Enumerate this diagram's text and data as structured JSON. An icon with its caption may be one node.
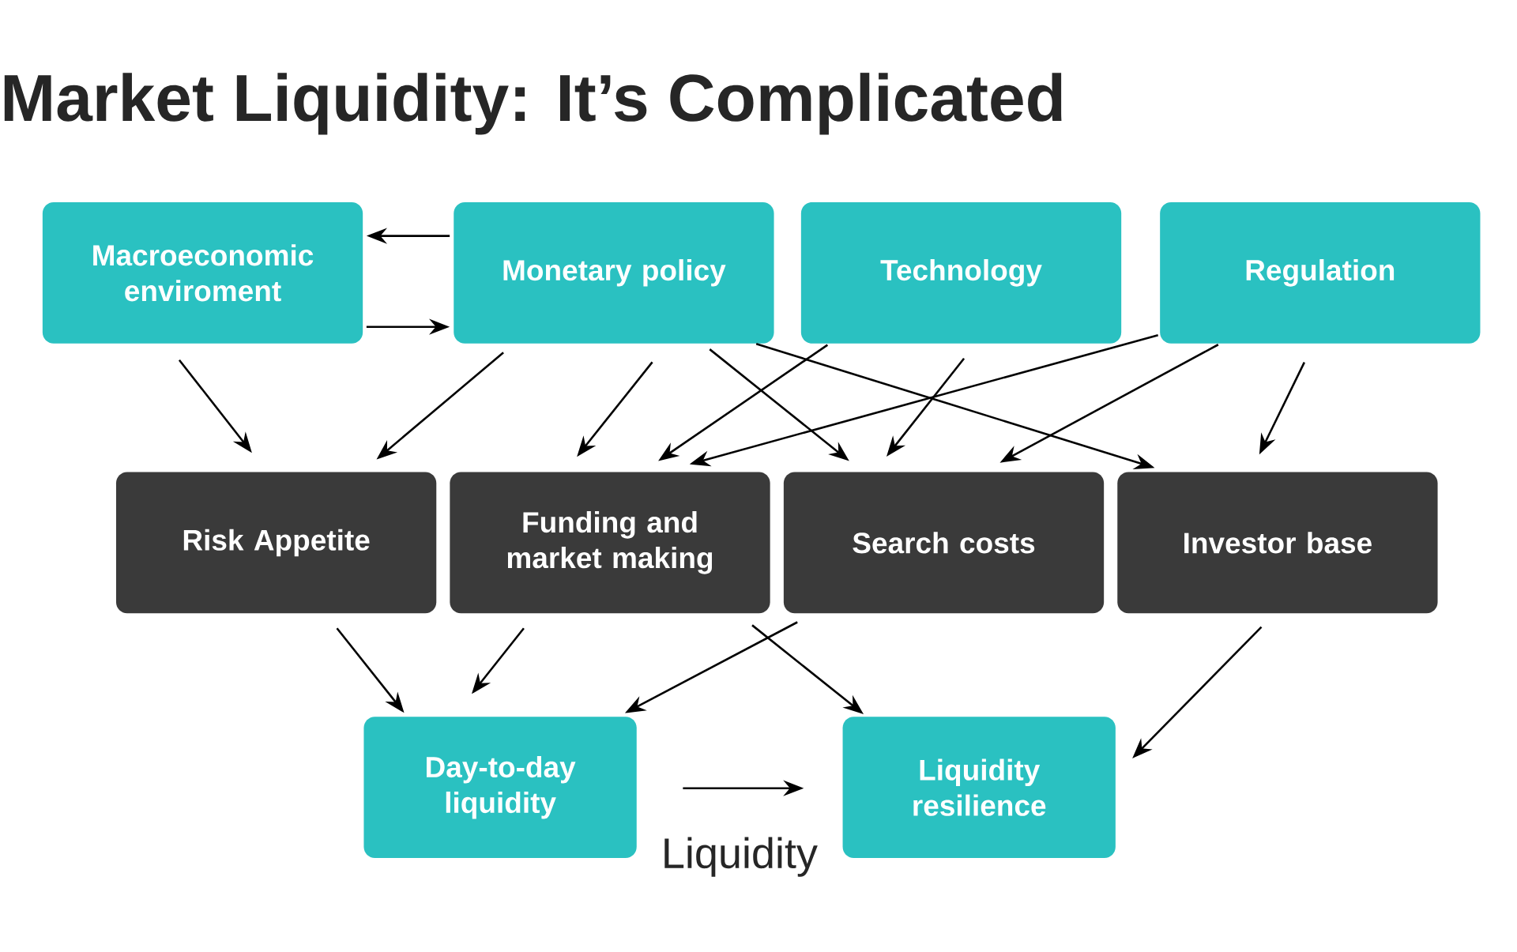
{
  "diagram": {
    "title": "Market Liquidity: It’s Complicated",
    "nodes": [
      {
        "text": [
          "Macroeconomic enviroment"
        ]
      },
      {
        "text": [
          "Monetary policy"
        ]
      },
      {
        "text": [
          "Technology"
        ]
      },
      {
        "text": [
          "Regulation"
        ]
      },
      {
        "text": [
          "Risk Appetite"
        ]
      },
      {
        "text": [
          "Funding and market making"
        ]
      },
      {
        "text": [
          "Search costs"
        ]
      },
      {
        "text": [
          "Investor base"
        ]
      },
      {
        "text": [
          "Day-to-day liquidity"
        ]
      },
      {
        "text": [
          "Liquidity resilience"
        ]
      }
    ],
    "edges": [
      {
        "from": 1,
        "to": 0,
        "arrow": "to"
      },
      {
        "from": 0,
        "to": 1,
        "arrow": "to"
      },
      {
        "from": 0,
        "to": 4,
        "arrow": "to"
      },
      {
        "from": 1,
        "to": 4,
        "arrow": "to"
      },
      {
        "from": 1,
        "to": 5,
        "arrow": "to"
      },
      {
        "from": 1,
        "to": 6,
        "arrow": "to"
      },
      {
        "from": 1,
        "to": 7,
        "arrow": "to"
      },
      {
        "from": 2,
        "to": 5,
        "arrow": "to"
      },
      {
        "from": 2,
        "to": 6,
        "arrow": "to"
      },
      {
        "from": 3,
        "to": 5,
        "arrow": "to"
      },
      {
        "from": 3,
        "to": 6,
        "arrow": "to"
      },
      {
        "from": 3,
        "to": 7,
        "arrow": "to"
      },
      {
        "from": 4,
        "to": 8,
        "arrow": "to"
      },
      {
        "from": 5,
        "to": 8,
        "arrow": "to"
      },
      {
        "from": 6,
        "to": 8,
        "arrow": "to"
      },
      {
        "from": 5,
        "to": 9,
        "arrow": "to"
      },
      {
        "from": 7,
        "to": 9,
        "arrow": "to"
      },
      {
        "from": 8,
        "to": 9,
        "arrow": "to",
        "label": "Liquidity"
      }
    ]
  }
}
